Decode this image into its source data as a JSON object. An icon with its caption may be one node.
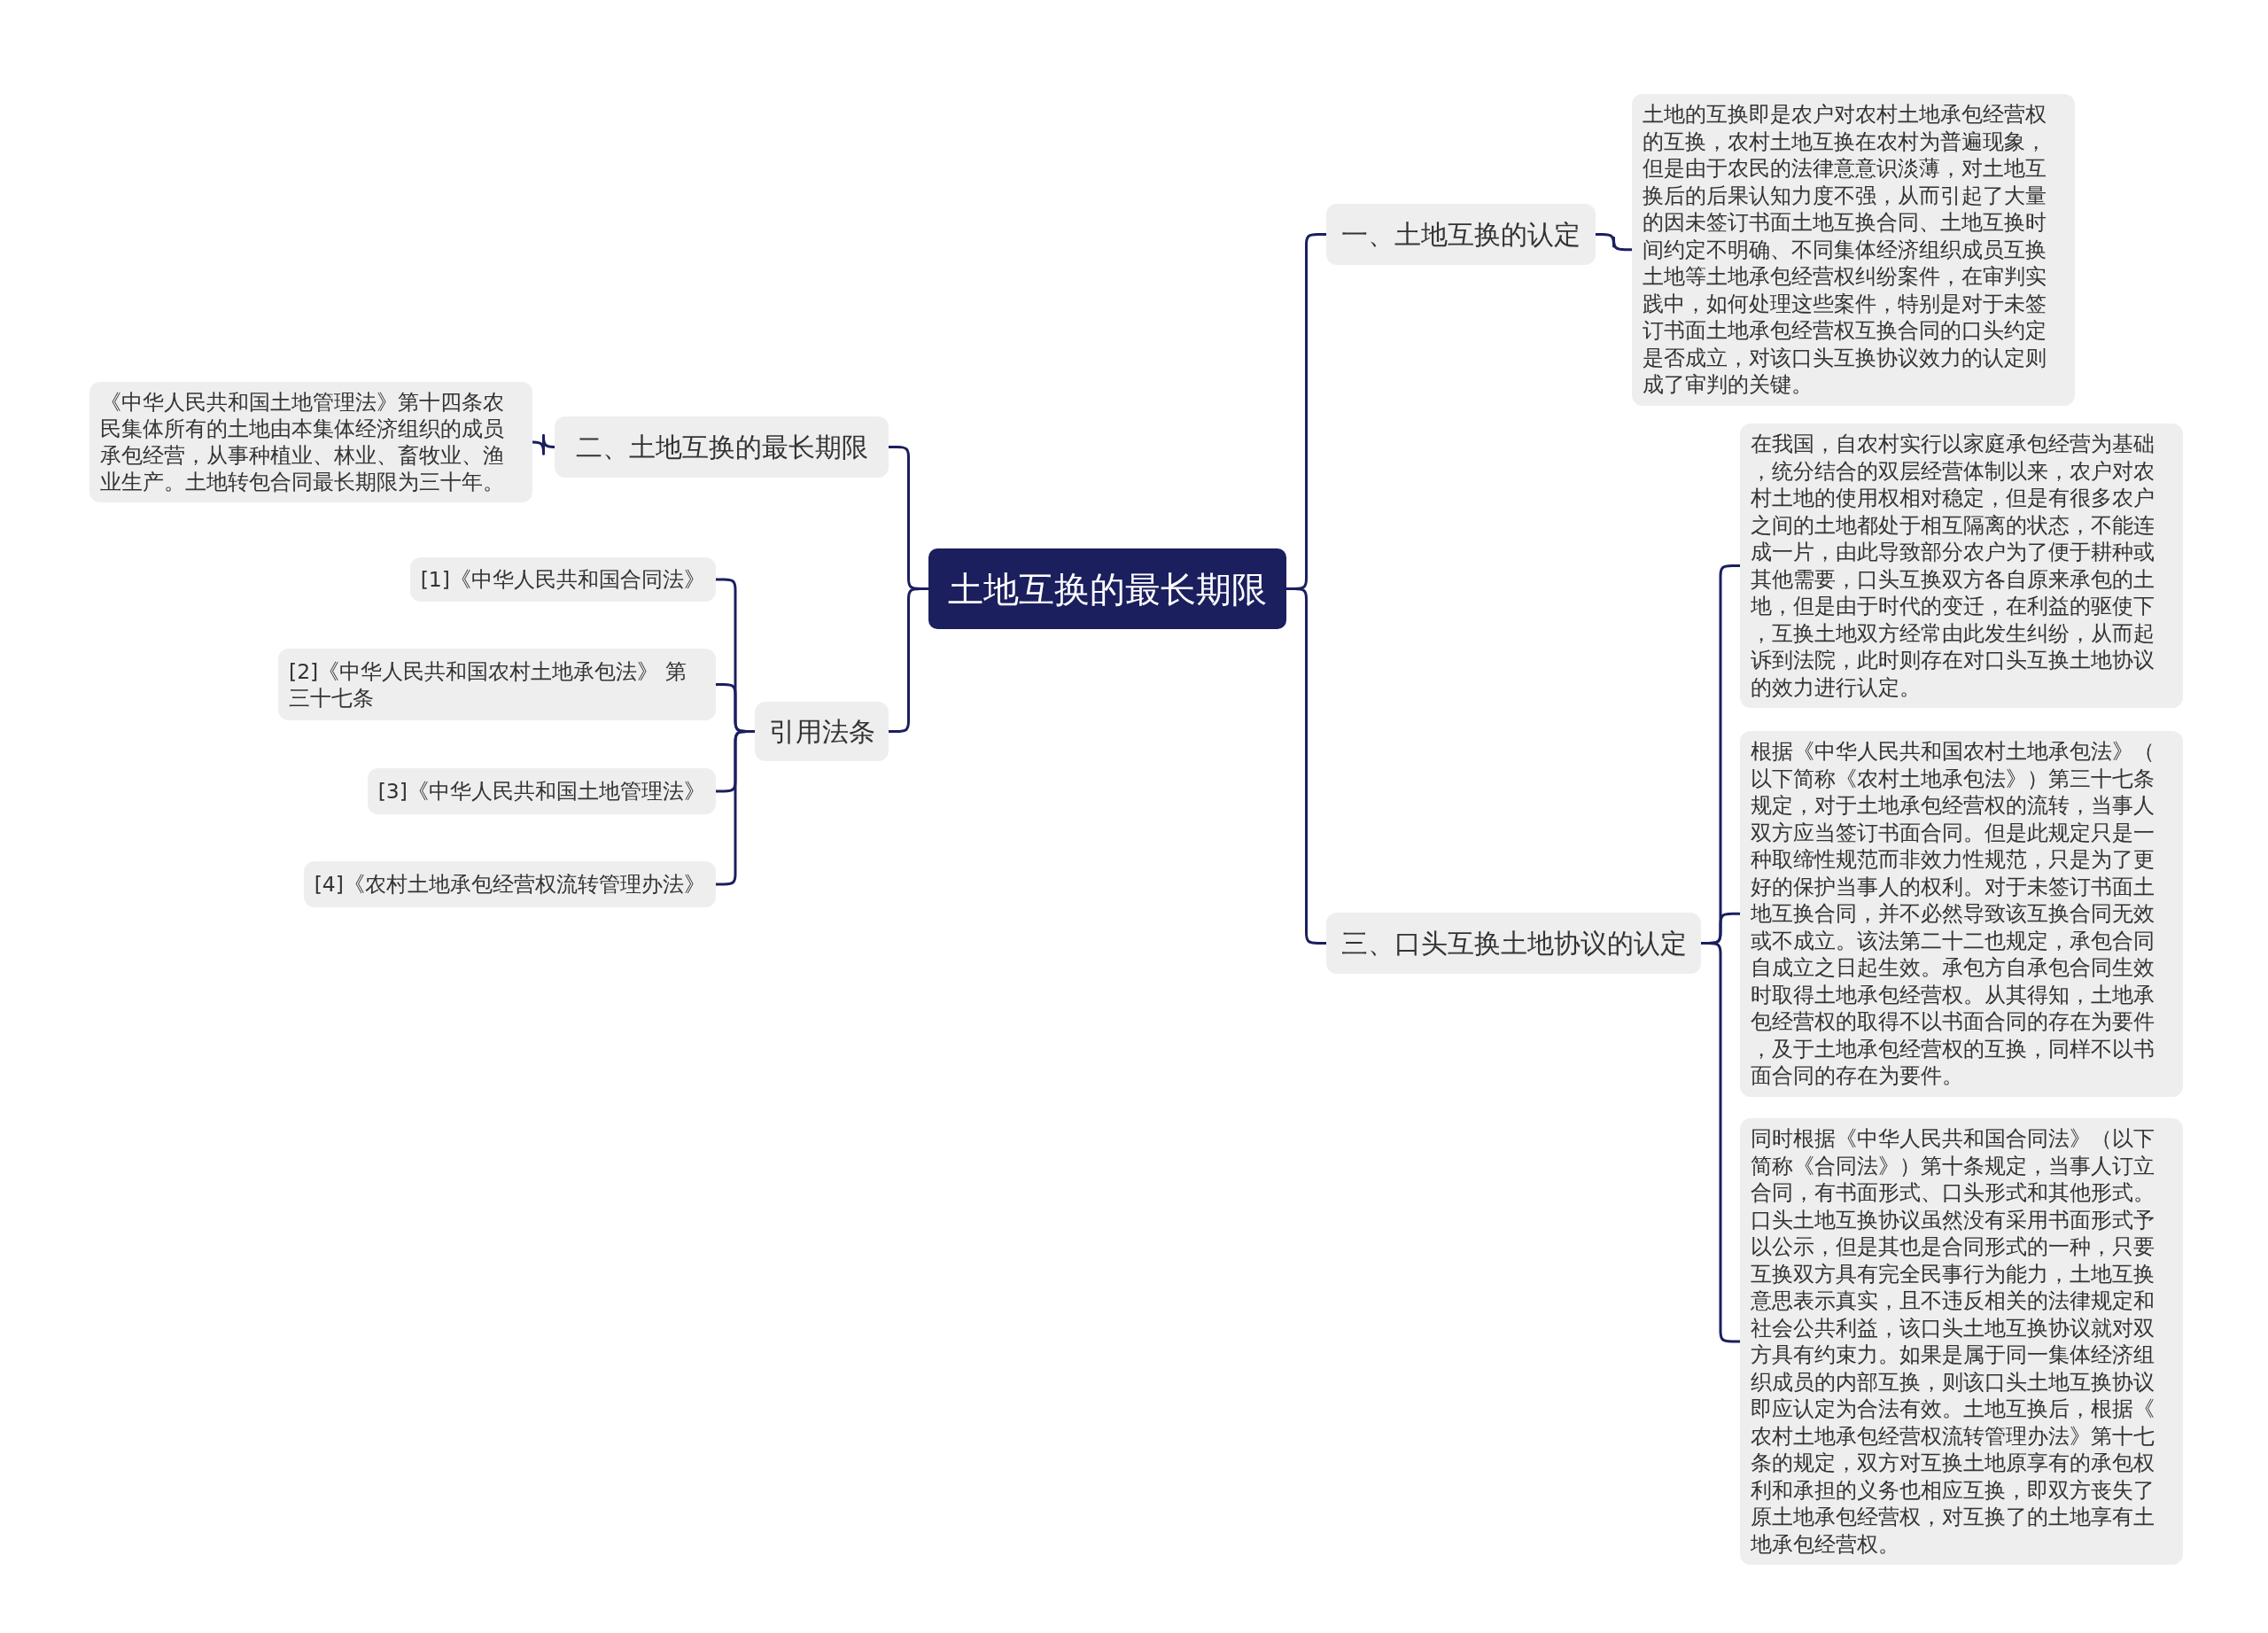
{
  "diagram": {
    "nodes": [
      {
        "text": [
          "土地互换的最长期限"
        ]
      },
      {
        "text": [
          "一、土地互换的认定"
        ]
      },
      {
        "text": [
          "土地的互换即是农户对农村土地承包经营权的互换，农村土地互换在农村为普遍现象，但是由于农民的法律意意识淡薄，对土地互换后的后果认知力度不强，从而引起了大量的因未签订书面土地互换合同、土地互换时间约定不明确、不同集体经济组织成员互换土地等土地承包经营权纠纷案件，在审判实践中，如何处理这些案件，特别是对于未签订书面土地承包经营权互换合同的口头约定是否成立，对该口头互换协议效力的认定则成了审判的关键。"
        ]
      },
      {
        "text": [
          "二、土地互换的最长期限"
        ]
      },
      {
        "text": [
          "《中华人民共和国土地管理法》第十四条农民集体所有的土地由本集体经济组织的成员承包经营，从事种植业、林业、畜牧业、渔业生产。土地转包合同最长期限为三十年。"
        ]
      },
      {
        "text": [
          "引用法条"
        ]
      },
      {
        "text": [
          "[1]《中华人民共和国合同法》"
        ]
      },
      {
        "text": [
          "[2]《中华人民共和国农村土地承包法》 第三十七条"
        ]
      },
      {
        "text": [
          "[3]《中华人民共和国土地管理法》"
        ]
      },
      {
        "text": [
          "[4]《农村土地承包经营权流转管理办法》"
        ]
      },
      {
        "text": [
          "三、口头互换土地协议的认定"
        ]
      },
      {
        "text": [
          "在我国，自农村实行以家庭承包经营为基础，统分结合的双层经营体制以来，农户对农村土地的使用权相对稳定，但是有很多农户之间的土地都处于相互隔离的状态，不能连成一片，由此导致部分农户为了便于耕种或其他需要，口头互换双方各自原来承包的土地，但是由于时代的变迁，在利益的驱使下，互换土地双方经常由此发生纠纷，从而起诉到法院，此时则存在对口头互换土地协议的效力进行认定。"
        ]
      },
      {
        "text": [
          "根据《中华人民共和国农村土地承包法》（以下简称《农村土地承包法》）第三十七条规定，对于土地承包经营权的流转，当事人双方应当签订书面合同。但是此规定只是一种取缔性规范而非效力性规范，只是为了更好的保护当事人的权利。对于未签订书面土地互换合同，并不必然导致该互换合同无效或不成立。该法第二十二也规定，承包合同自成立之日起生效。承包方自承包合同生效时取得土地承包经营权。从其得知，土地承包经营权的取得不以书面合同的存在为要件，及于土地承包经营权的互换，同样不以书面合同的存在为要件。"
        ]
      },
      {
        "text": [
          "同时根据《中华人民共和国合同法》（以下简称《合同法》）第十条规定，当事人订立合同，有书面形式、口头形式和其他形式。口头土地互换协议虽然没有采用书面形式予以公示，但是其也是合同形式的一种，只要互换双方具有完全民事行为能力，土地互换意思表示真实，且不违反相关的法律规定和社会公共利益，该口头土地互换协议就对双方具有约束力。如果是属于同一集体经济组织成员的内部互换，则该口头土地互换协议即应认定为合法有效。土地互换后，根据《农村土地承包经营权流转管理办法》第十七条的规定，双方对互换土地原享有的承包权利和承担的义务也相应互换，即双方丧失了原土地承包经营权，对互换了的土地享有土地承包经营权。"
        ]
      }
    ],
    "edges": [
      {
        "from": 0,
        "to": 1,
        "arrow": "none"
      },
      {
        "from": 1,
        "to": 2,
        "arrow": "none"
      },
      {
        "from": 0,
        "to": 3,
        "arrow": "none"
      },
      {
        "from": 3,
        "to": 4,
        "arrow": "none"
      },
      {
        "from": 0,
        "to": 5,
        "arrow": "none"
      },
      {
        "from": 5,
        "to": 6,
        "arrow": "none"
      },
      {
        "from": 5,
        "to": 7,
        "arrow": "none"
      },
      {
        "from": 5,
        "to": 8,
        "arrow": "none"
      },
      {
        "from": 5,
        "to": 9,
        "arrow": "none"
      },
      {
        "from": 0,
        "to": 10,
        "arrow": "none"
      },
      {
        "from": 10,
        "to": 11,
        "arrow": "none"
      },
      {
        "from": 10,
        "to": 12,
        "arrow": "none"
      },
      {
        "from": 10,
        "to": 13,
        "arrow": "none"
      }
    ]
  }
}
